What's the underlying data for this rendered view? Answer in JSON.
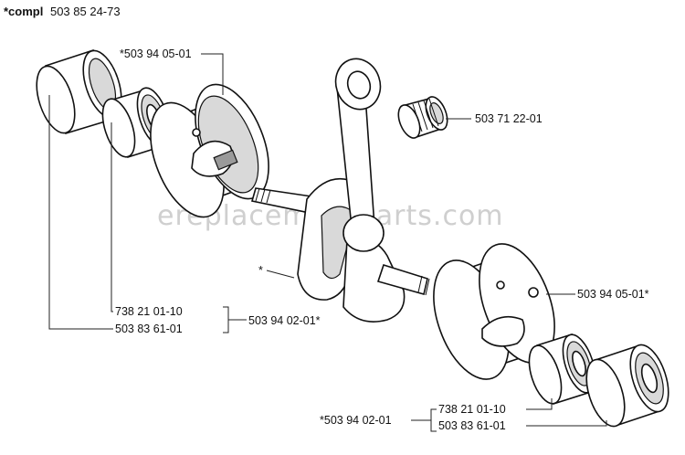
{
  "title": {
    "prefix": "*compl",
    "number": "503 85 24-73"
  },
  "watermark": "ereplacementparts.com",
  "labels": {
    "top_half": "*503 94 05-01",
    "needle_bearing": "503 71 22-01",
    "crankshaft": "*",
    "left_bearing": "738 21 01-10",
    "left_seal": "503 83 61-01",
    "left_group": "503 94 02-01*",
    "right_half": "503 94 05-01*",
    "right_group": "*503 94 02-01",
    "right_bearing": "738 21 01-10",
    "right_seal": "503 83 61-01"
  }
}
